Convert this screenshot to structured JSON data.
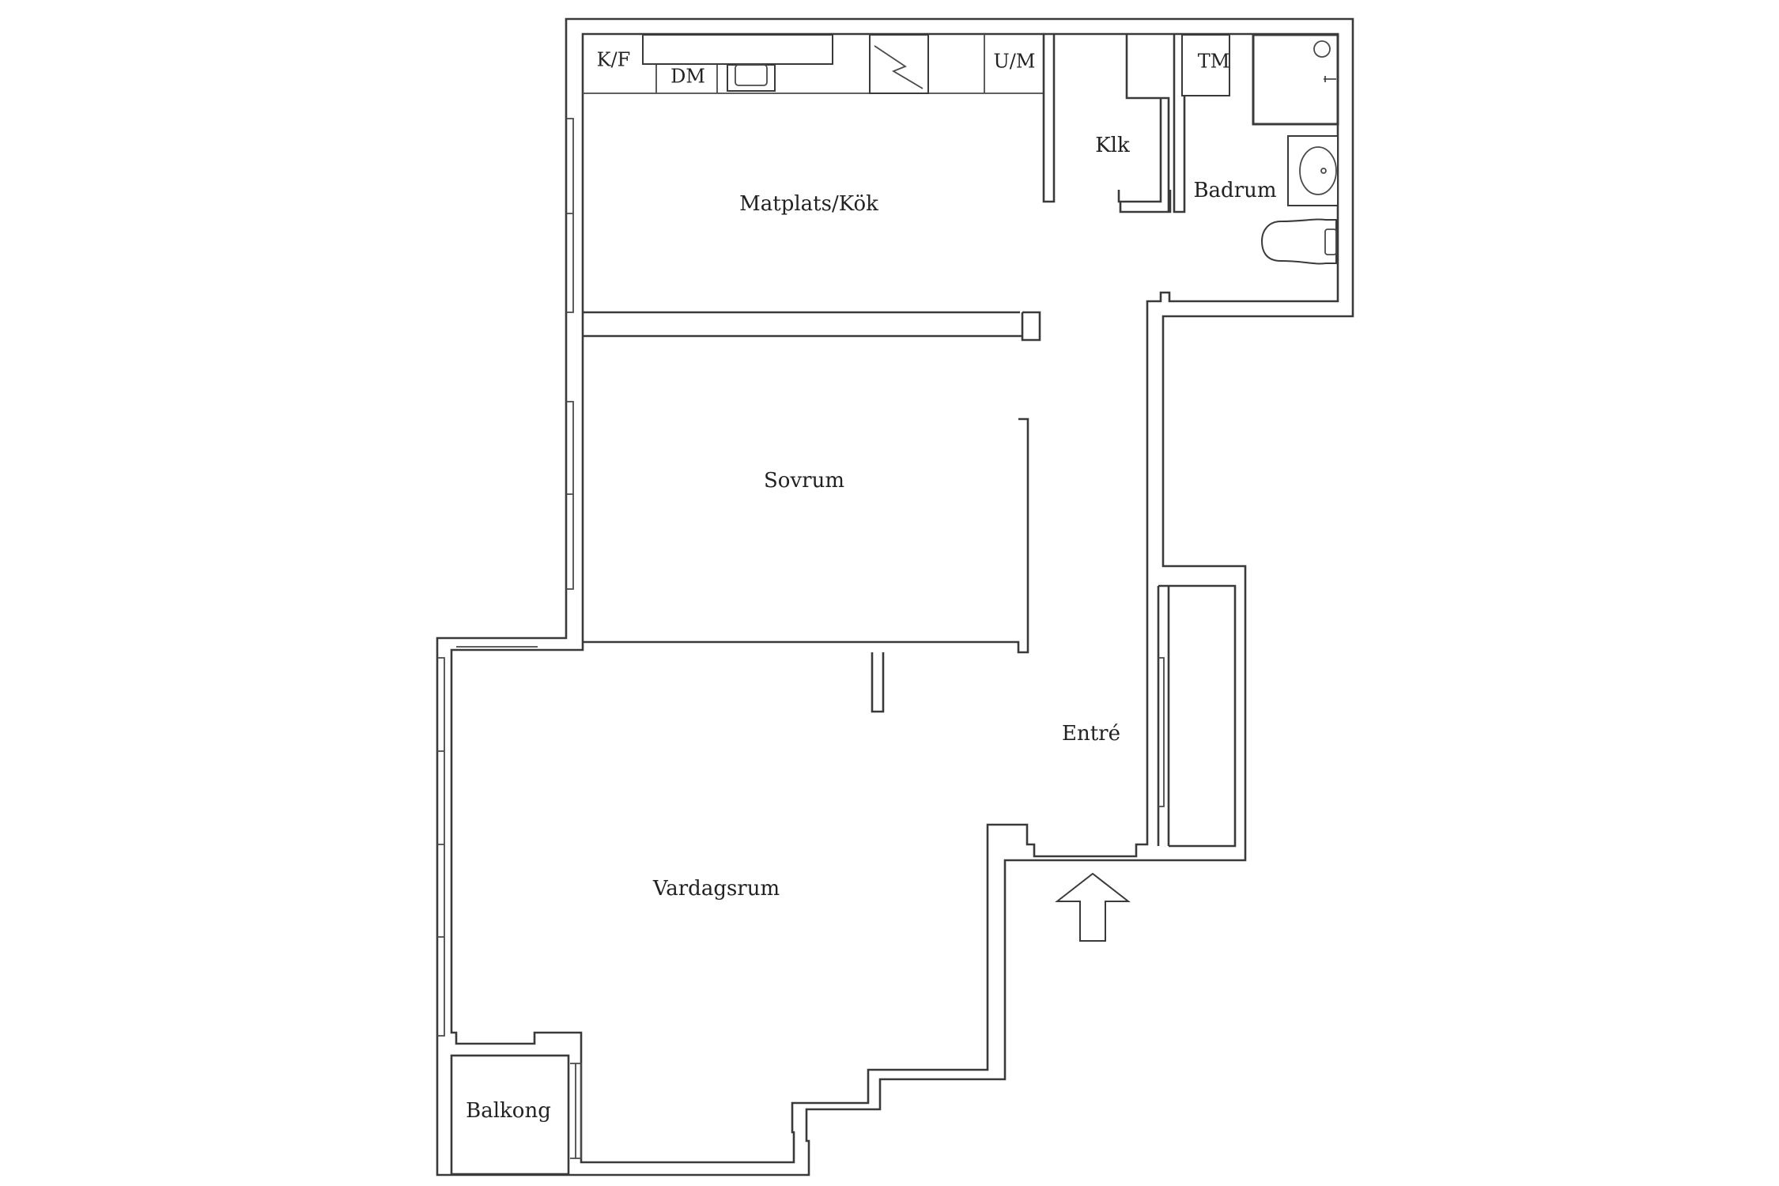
{
  "rooms": {
    "kitchen": "Matplats/Kök",
    "bedroom": "Sovrum",
    "living": "Vardagsrum",
    "hall": "Entré",
    "bath": "Badrum",
    "closet": "Klk",
    "balcony": "Balkong"
  },
  "fixtures": {
    "fridge_freezer": "K/F",
    "dishwasher": "DM",
    "oven_micro": "U/M",
    "washer": "TM"
  },
  "icons": {
    "entry": "entry-arrow-icon",
    "stove": "stove-icon",
    "sink": "sink-icon",
    "washbasin": "washbasin-icon",
    "toilet": "toilet-icon",
    "shower": "shower-icon"
  },
  "colors": {
    "line": "#3a3a3a",
    "background": "#ffffff"
  }
}
